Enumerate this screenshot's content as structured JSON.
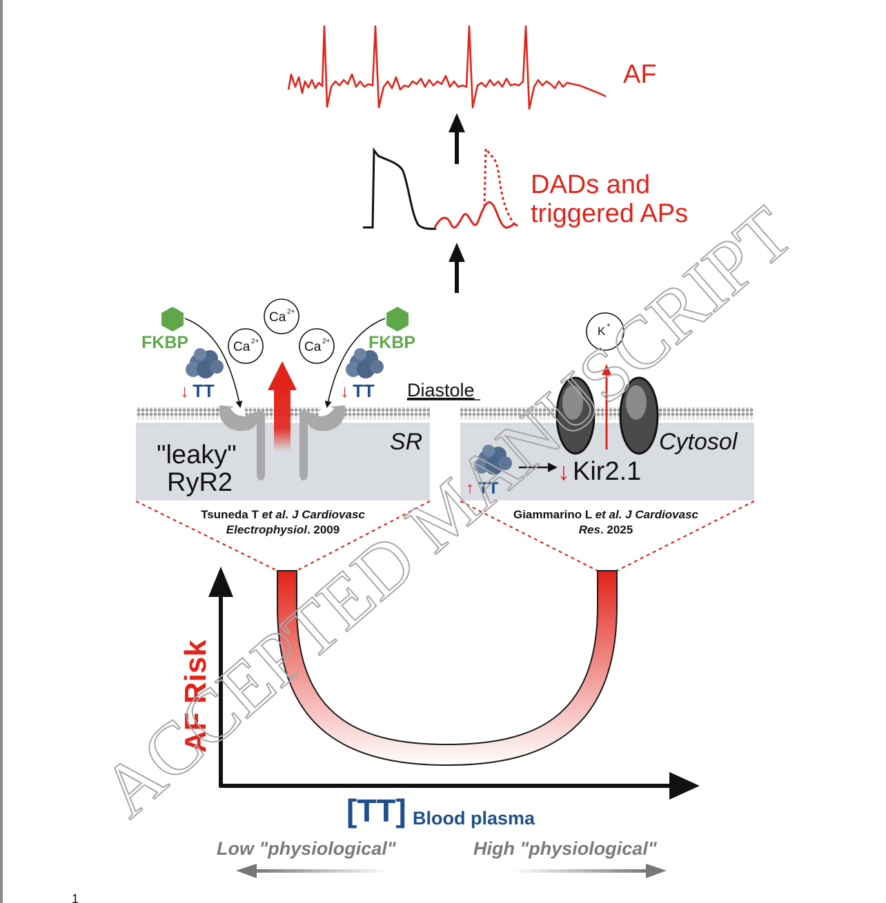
{
  "ecg": {
    "label": "AF"
  },
  "action_potential": {
    "label_line1": "DADs and",
    "label_line2": "triggered APs"
  },
  "left_panel": {
    "fkbp_left": "FKBP",
    "fkbp_right": "FKBP",
    "tt_left": "TT",
    "tt_right": "TT",
    "ca_top": "Ca",
    "ca_left": "Ca",
    "ca_right": "Ca",
    "ca_charge": "2+",
    "sr_label": "SR",
    "ryr_line1": "\"leaky\"",
    "ryr_line2": "RyR2",
    "ref_line1_a": "Tsuneda T ",
    "ref_line1_b": "et al. J Cardiovasc",
    "ref_line2_a": "Electrophysiol",
    "ref_line2_b": ". 2009"
  },
  "center": {
    "diastole": "Diastole"
  },
  "right_panel": {
    "k_ion": "K",
    "k_charge": "+",
    "cytosol_label": "Cytosol",
    "tt_label": "TT",
    "kir_label": "Kir2.1",
    "ref_line1_a": "Giammarino L ",
    "ref_line1_b": "et al. J Cardiovasc",
    "ref_line2_a": "Res",
    "ref_line2_b": ". 2025"
  },
  "axes": {
    "y_label": "AF Risk",
    "x_label_main": "[TT]",
    "x_label_sub": "Blood plasma",
    "low_label": "Low \"physiological\"",
    "high_label": "High \"physiological\""
  },
  "watermark": "ACCEPTED MANUSCRIPT",
  "page_number": "1",
  "colors": {
    "red": "#e2231a",
    "blue": "#1f4e8c",
    "green": "#5fa84a",
    "grey": "#7a7a7a"
  }
}
